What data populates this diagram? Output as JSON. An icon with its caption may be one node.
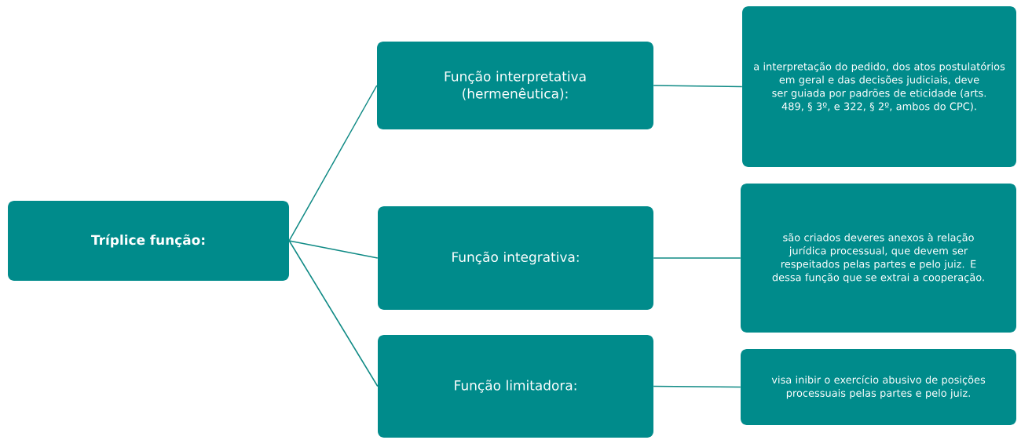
{
  "diagram": {
    "nodes": [
      {
        "text": [
          "Tríplice função:"
        ]
      },
      {
        "text": [
          "Função interpretativa (hermenêutica):"
        ]
      },
      {
        "text": [
          "Função integrativa:"
        ]
      },
      {
        "text": [
          "Função limitadora:"
        ]
      },
      {
        "text": [
          "a interpretação do pedido, dos atos postulatórios em geral e das decisões judiciais, deve ser guiada por padrões de eticidade (arts. 489, § 3º, e 322, § 2º, ambos do CPC)."
        ]
      },
      {
        "text": [
          "são criados deveres anexos à relação jurídica processual, que devem ser respeitados pelas partes e pelo juiz. E dessa função que se extrai a cooperação."
        ]
      },
      {
        "text": [
          "visa inibir o exercício abusivo de posições processuais pelas partes e pelo juiz."
        ]
      }
    ],
    "edges": [
      {
        "from": 0,
        "to": 1,
        "arrow": "none"
      },
      {
        "from": 0,
        "to": 2,
        "arrow": "none"
      },
      {
        "from": 0,
        "to": 3,
        "arrow": "none"
      },
      {
        "from": 1,
        "to": 4,
        "arrow": "none"
      },
      {
        "from": 2,
        "to": 5,
        "arrow": "none"
      },
      {
        "from": 3,
        "to": 6,
        "arrow": "none"
      }
    ]
  }
}
